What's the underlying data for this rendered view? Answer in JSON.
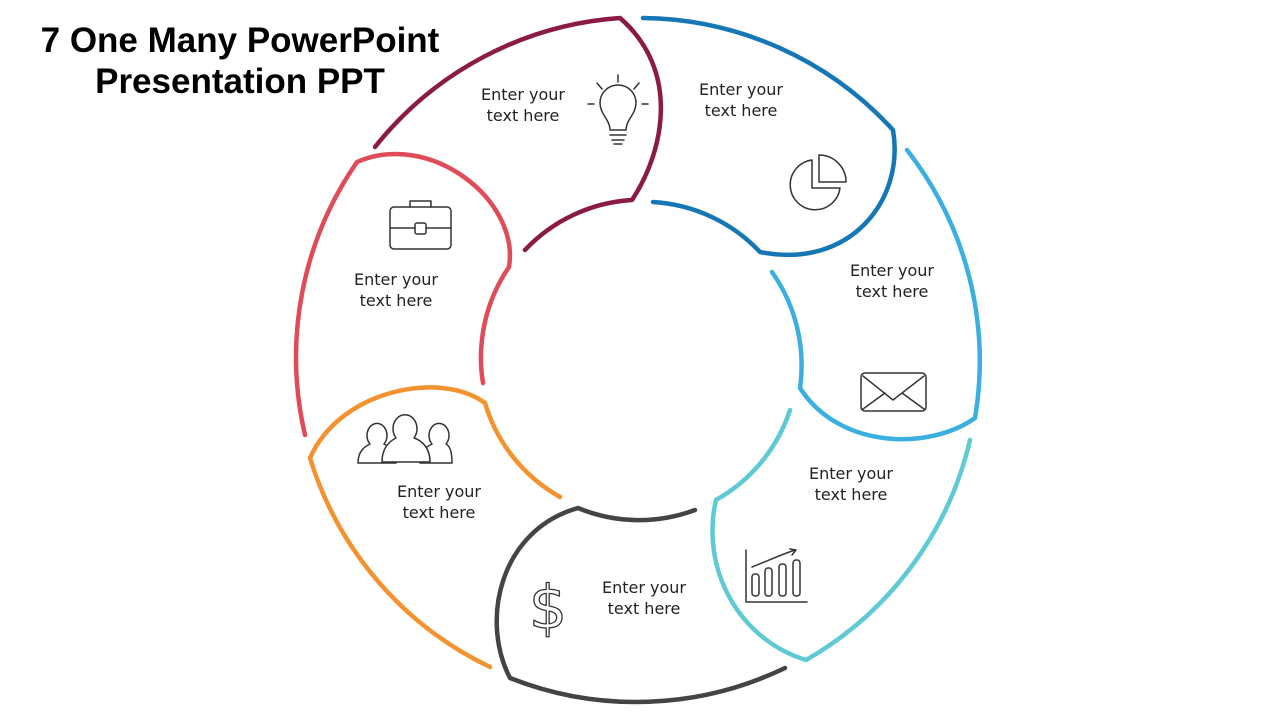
{
  "title": {
    "line1": "7 One Many PowerPoint",
    "line2": "Presentation PPT"
  },
  "colors": {
    "maroon": "#8b1a44",
    "blue": "#1577b5",
    "light_blue": "#3bb0e0",
    "teal": "#5fcad6",
    "gray": "#444444",
    "orange": "#f4922f",
    "red": "#e04b5a"
  },
  "segments": [
    {
      "icon": "lightbulb-icon",
      "line1": "Enter your",
      "line2": "text here"
    },
    {
      "icon": "pie-chart-icon",
      "line1": "Enter your",
      "line2": "text here"
    },
    {
      "icon": "envelope-icon",
      "line1": "Enter your",
      "line2": "text here"
    },
    {
      "icon": "bar-chart-icon",
      "line1": "Enter your",
      "line2": "text here"
    },
    {
      "icon": "dollar-icon",
      "line1": "Enter your",
      "line2": "text here"
    },
    {
      "icon": "people-icon",
      "line1": "Enter your",
      "line2": "text here"
    },
    {
      "icon": "briefcase-icon",
      "line1": "Enter your",
      "line2": "text here"
    }
  ]
}
